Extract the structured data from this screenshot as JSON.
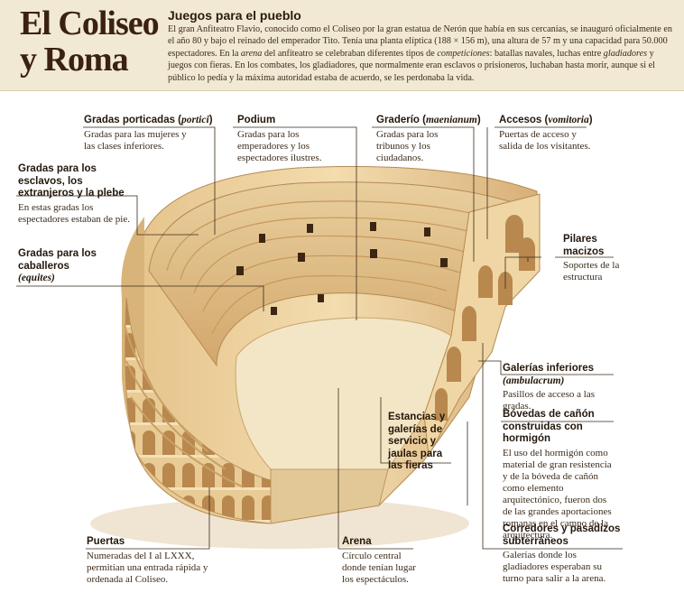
{
  "title": {
    "line1": "El Coliseo",
    "line2": "y Roma"
  },
  "intro": {
    "heading": "Juegos para el pueblo",
    "p1": "El gran Anfiteatro Flavio, conocido como el Coliseo por la gran estatua de Nerón que había en sus cercanías, se inauguró oficialmente en el año 80 y bajo el reinado del emperador Tito. Tenía una planta elíptica (188 × 156 m), una altura de 57 m y una capacidad para 50.000 espectadores. En la ",
    "arena_word": "arena",
    "p2": " del anfiteatro se celebraban diferentes tipos de ",
    "competiciones_word": "competiciones",
    "p3": ": batallas navales, luchas entre ",
    "gladiadores_word": "gladiadores",
    "p4": " y juegos con fieras. En los combates, los gladiadores, que normalmente eran esclavos o prisioneros, luchaban hasta morir, aunque si el público lo pedía y la máxima autoridad estaba de acuerdo, se les perdonaba la vida."
  },
  "labels": {
    "gradas_porticadas": {
      "head": "Gradas porticadas (",
      "head_italic": "portici",
      "head_end": ")",
      "body": "Gradas para las mujeres y las clases inferiores."
    },
    "podium": {
      "head": "Podium",
      "body": "Gradas para los emperadores y los espectadores ilustres."
    },
    "graderio": {
      "head": "Graderío (",
      "head_italic": "maenianum",
      "head_end": ")",
      "body": "Gradas para los tribunos y los ciudadanos."
    },
    "accesos": {
      "head": "Accesos (",
      "head_italic": "vomitoria",
      "head_end": ")",
      "body": "Puertas de acceso y salida de los visitantes."
    },
    "gradas_esclavos": {
      "head": "Gradas para los esclavos, los extranjeros y la plebe",
      "body": "En estas gradas los espectadores estaban de pie."
    },
    "gradas_caballeros": {
      "head": "Gradas para los caballeros",
      "head_italic": "(equites)",
      "body": ""
    },
    "pilares": {
      "head": "Pilares macizos",
      "body": "Soportes de la estructura"
    },
    "galerias": {
      "head": "Galerías inferiores",
      "head_italic": "(ambulacrum)",
      "body": "Pasillos de acceso a las gradas."
    },
    "bovedas": {
      "head": "Bóvedas de cañón construidas con hormigón",
      "body": "El uso del hormigón como material de gran resistencia y de la bóveda de cañón como elemento arquitectónico, fueron dos de las grandes aportaciones romanas en el campo de la arquitectura."
    },
    "estancias": {
      "head": "Estancias y galerías de servicio y jaulas para las fieras",
      "body": ""
    },
    "corredores": {
      "head": "Corredores y pasadizos subterráneos",
      "body": "Galerías donde los gladiadores esperaban su turno para salir a la arena."
    },
    "puertas": {
      "head": "Puertas",
      "body": "Numeradas del I al LXXX, permitían una entrada rápida y ordenada al Coliseo."
    },
    "arena": {
      "head": "Arena",
      "body": "Círculo central donde tenían lugar los espectáculos."
    }
  },
  "colors": {
    "stone_light": "#f0dcb2",
    "stone_mid": "#dcb77c",
    "stone_dark": "#b88a4e",
    "arena": "#f3e6c6",
    "leader": "#3a2a1a"
  }
}
